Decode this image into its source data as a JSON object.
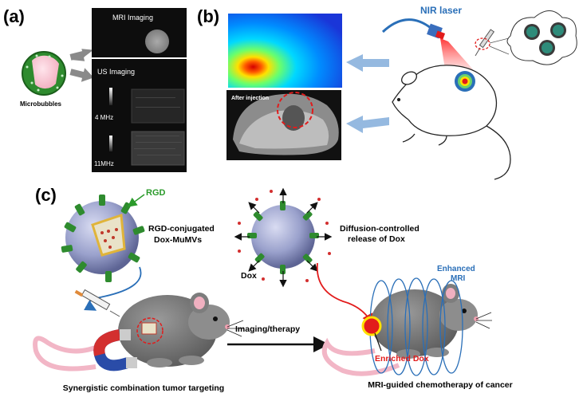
{
  "panel_a": {
    "label": "(a)",
    "microbubbles_label": "Microbubbles",
    "mri_label": "MRI Imaging",
    "us_label": "US Imaging",
    "freq_1": "4 MHz",
    "freq_2": "11MHz"
  },
  "panel_b": {
    "label": "(b)",
    "laser_label": "NIR laser",
    "after_injection_label": "After injection"
  },
  "panel_c": {
    "label": "(c)",
    "rgd_label": "RGD",
    "conjugated_line1": "RGD-conjugated",
    "conjugated_line2": "Dox-MuMVs",
    "diffusion_line1": "Diffusion-controlled",
    "diffusion_line2": "release of Dox",
    "dox_label": "Dox",
    "enhanced_line1": "Enhanced",
    "enhanced_line2": "MRI",
    "imaging_therapy_label": "Imaging/therapy",
    "enriched_dox_label": "Enriched Dox",
    "bottom_left_caption": "Synergistic combination tumor targeting",
    "bottom_right_caption": "MRI-guided chemotherapy of cancer"
  },
  "colors": {
    "accent_green": "#2a9a2a",
    "accent_blue": "#2a6fb8",
    "accent_red": "#e21b1b"
  }
}
